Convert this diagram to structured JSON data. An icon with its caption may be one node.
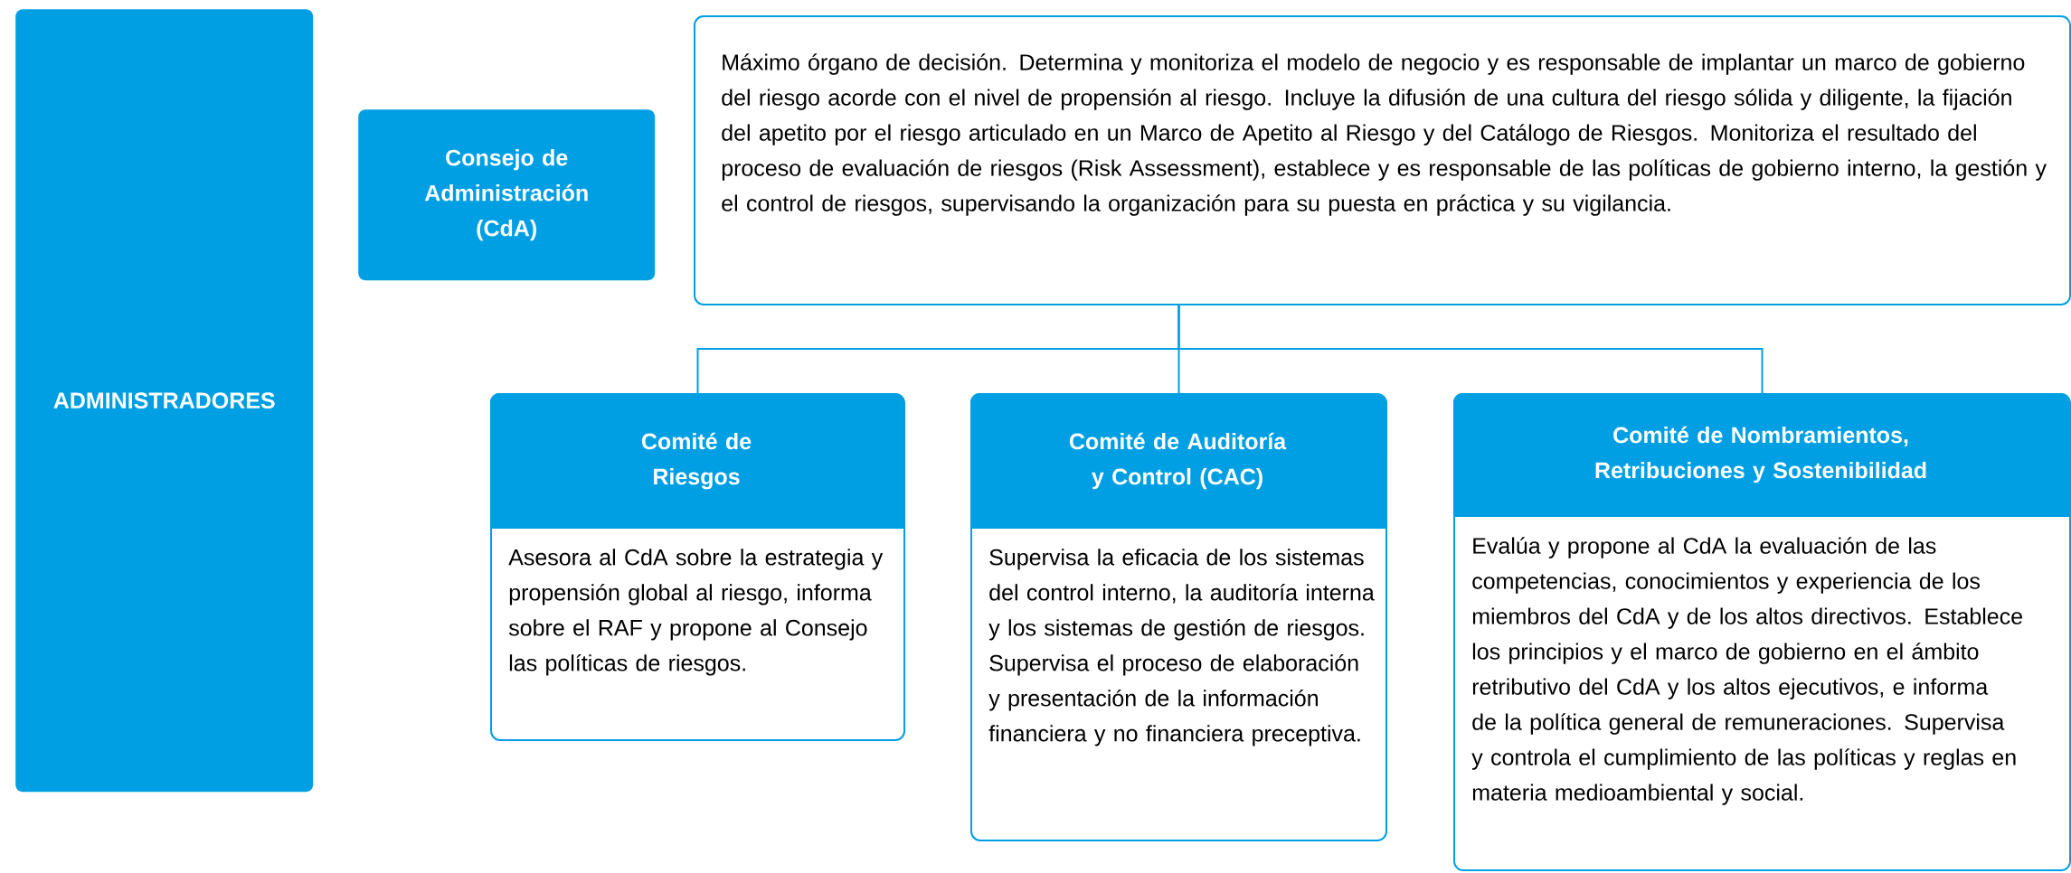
{
  "diagram": {
    "nodes": [
      {
        "text": [
          "ADMINISTRADORES"
        ]
      },
      {
        "text": [
          "Consejo de Administración (CdA)"
        ]
      },
      {
        "text": [
          "Máximo órgano de decisión. Determina y monitoriza el modelo de negocio y es responsable de implantar un marco de gobierno del riesgo acorde con el nivel de propensión al riesgo. Incluye la difusión de una cultura del riesgo sólida y diligente, la fijación del apetito por el riesgo articulado en un Marco de Apetito al Riesgo y del Catálogo de Riesgos. Monitoriza el resultado del proceso de evaluación de riesgos (Risk Assessment), establece y es responsable de las políticas de gobierno interno, la gestión y el control de riesgos, supervisando la organización para su puesta en práctica y su vigilancia."
        ]
      },
      {
        "text": [
          "Comité de Riesgos",
          "Asesora al CdA sobre la estrategia y propensión global al riesgo, informa sobre el RAF y propone al Consejo las políticas de riesgos."
        ]
      },
      {
        "text": [
          "Comité de Auditoría y Control (CAC)",
          "Supervisa la eficacia de los sistemas del control interno, la auditoría interna y los sistemas de gestión de riesgos. Supervisa el proceso de elaboración y presentación de la información financiera y no financiera preceptiva."
        ]
      },
      {
        "text": [
          "Comité de Nombramientos, Retribuciones y Sostenibilidad",
          "Evalúa y propone al CdA la evaluación de las competencias, conocimientos y experiencia de los miembros del CdA y de los altos directivos. Establece los principios y el marco de gobierno en el ámbito retributivo del CdA y los altos ejecutivos, e informa de la política general de remuneraciones. Supervisa y controla el cumplimiento de las políticas y reglas en materia medioambiental y social."
        ]
      }
    ],
    "edges": [
      {
        "from": 2,
        "to": 3,
        "arrow": "none"
      },
      {
        "from": 2,
        "to": 4,
        "arrow": "none"
      },
      {
        "from": 2,
        "to": 5,
        "arrow": "none"
      }
    ]
  }
}
